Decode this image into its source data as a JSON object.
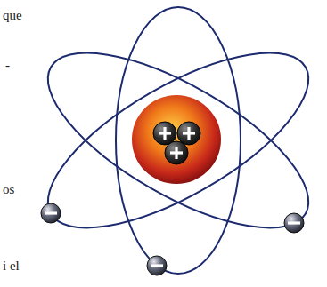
{
  "diagram": {
    "labels": [
      "que",
      "-",
      "os",
      "i el"
    ]
  }
}
